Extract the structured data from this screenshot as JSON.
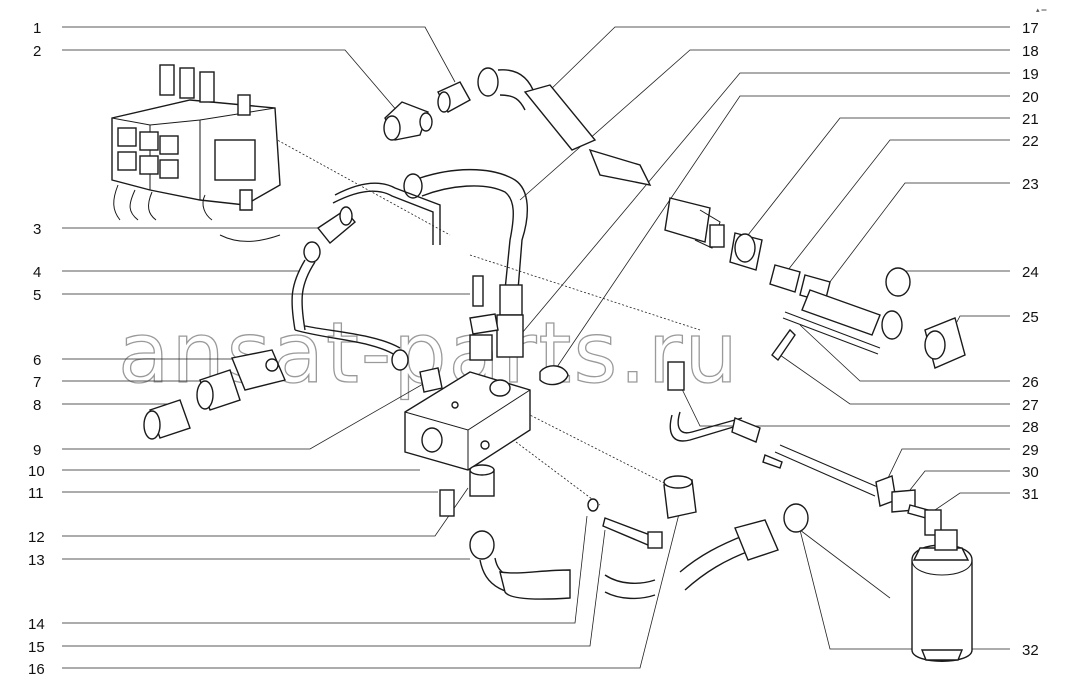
{
  "watermark": "ansat-parts.ru",
  "corner_mark": "▴ ═",
  "callouts_left": [
    "1",
    "2",
    "3",
    "4",
    "5",
    "6",
    "7",
    "8",
    "9",
    "10",
    "11",
    "12",
    "13",
    "14",
    "15",
    "16"
  ],
  "callouts_right": [
    "17",
    "18",
    "19",
    "20",
    "21",
    "22",
    "23",
    "24",
    "25",
    "26",
    "27",
    "28",
    "29",
    "30",
    "31",
    "32"
  ]
}
